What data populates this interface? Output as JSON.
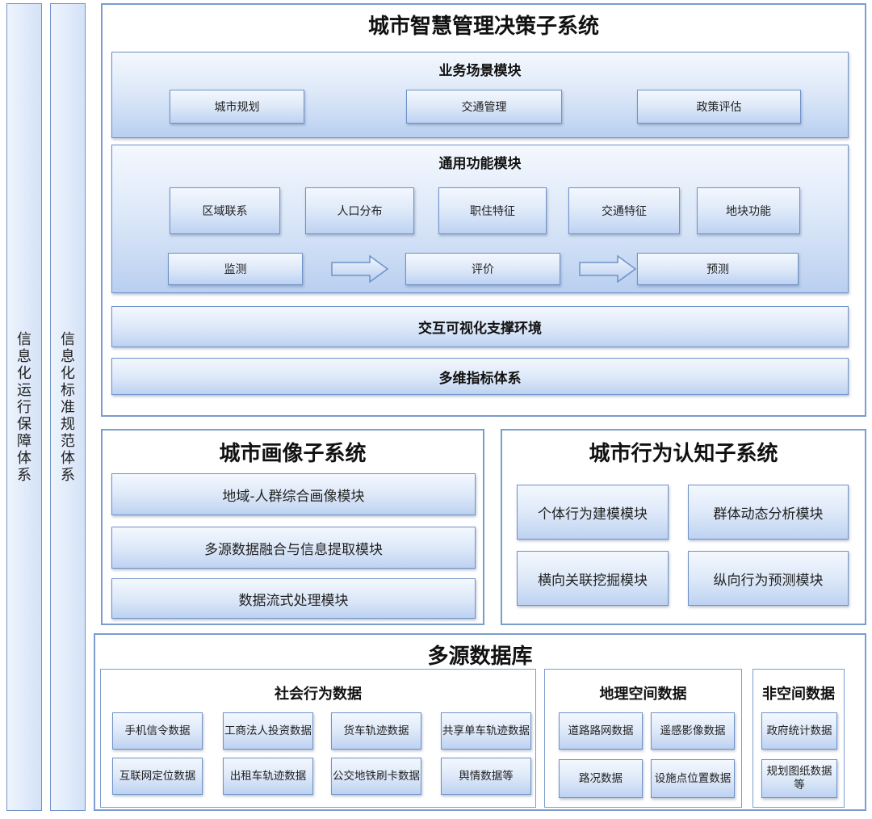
{
  "side_panels": {
    "left": "信息化运行保障体系",
    "right": "信息化标准规范体系"
  },
  "decision": {
    "title": "城市智慧管理决策子系统",
    "business": {
      "title": "业务场景模块",
      "items": [
        "城市规划",
        "交通管理",
        "政策评估"
      ]
    },
    "general": {
      "title": "通用功能模块",
      "items": [
        "区域联系",
        "人口分布",
        "职住特征",
        "交通特征",
        "地块功能"
      ],
      "flow": [
        "监测",
        "评价",
        "预测"
      ]
    },
    "interaction": "交互可视化支撑环境",
    "indicators": "多维指标体系"
  },
  "portrait": {
    "title": "城市画像子系统",
    "modules": [
      "地域-人群综合画像模块",
      "多源数据融合与信息提取模块",
      "数据流式处理模块"
    ]
  },
  "behavior": {
    "title": "城市行为认知子系统",
    "modules": [
      "个体行为建模模块",
      "群体动态分析模块",
      "横向关联挖掘模块",
      "纵向行为预测模块"
    ]
  },
  "database": {
    "title": "多源数据库",
    "social": {
      "title": "社会行为数据",
      "items": [
        "手机信令数据",
        "工商法人投资数据",
        "货车轨迹数据",
        "共享单车轨迹数据",
        "互联网定位数据",
        "出租车轨迹数据",
        "公交地铁刷卡数据",
        "舆情数据等"
      ]
    },
    "geo": {
      "title": "地理空间数据",
      "items": [
        "道路路网数据",
        "遥感影像数据",
        "路况数据",
        "设施点位置数据"
      ]
    },
    "nonspatial": {
      "title": "非空间数据",
      "items": [
        "政府统计数据",
        "规划图纸数据等"
      ]
    }
  }
}
